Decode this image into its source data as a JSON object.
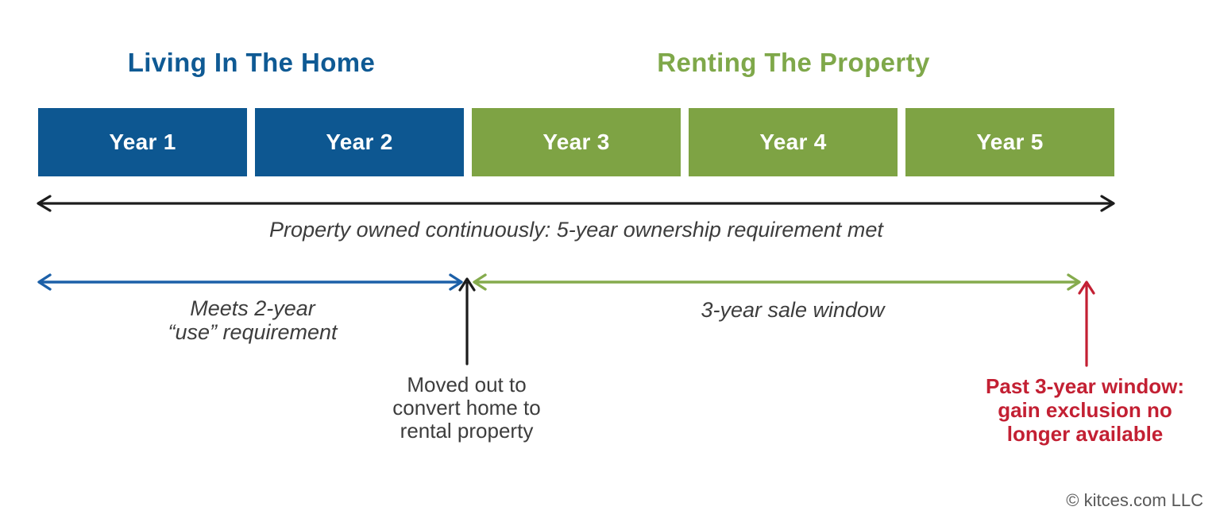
{
  "colors": {
    "living_blue": "#0d5791",
    "header_blue": "#0f5a94",
    "renting_green": "#7ea344",
    "header_green": "#7fa84a",
    "arrow_blue": "#1c60a8",
    "arrow_green": "#85ab4d",
    "arrow_black": "#1c1c1c",
    "alert_red": "#c32033",
    "text_dark": "#3d3d3d",
    "copyright_gray": "#595959"
  },
  "sections": {
    "living": {
      "label": "Living In The Home"
    },
    "renting": {
      "label": "Renting The Property"
    }
  },
  "timeline": {
    "years": [
      {
        "label": "Year 1",
        "phase": "living"
      },
      {
        "label": "Year 2",
        "phase": "living"
      },
      {
        "label": "Year 3",
        "phase": "renting"
      },
      {
        "label": "Year 4",
        "phase": "renting"
      },
      {
        "label": "Year 5",
        "phase": "renting"
      }
    ]
  },
  "annotations": {
    "ownership": {
      "text": "Property owned continuously: 5-year ownership requirement met"
    },
    "use_requirement": {
      "lines": [
        "Meets 2-year",
        "“use” requirement"
      ]
    },
    "sale_window": {
      "text": "3-year sale window"
    },
    "moved_out": {
      "lines": [
        "Moved out to",
        "convert home to",
        "rental property"
      ]
    },
    "past_window": {
      "lines": [
        "Past 3-year window:",
        "gain exclusion no",
        "longer available"
      ]
    }
  },
  "footer": {
    "copyright": "© kitces.com LLC"
  }
}
